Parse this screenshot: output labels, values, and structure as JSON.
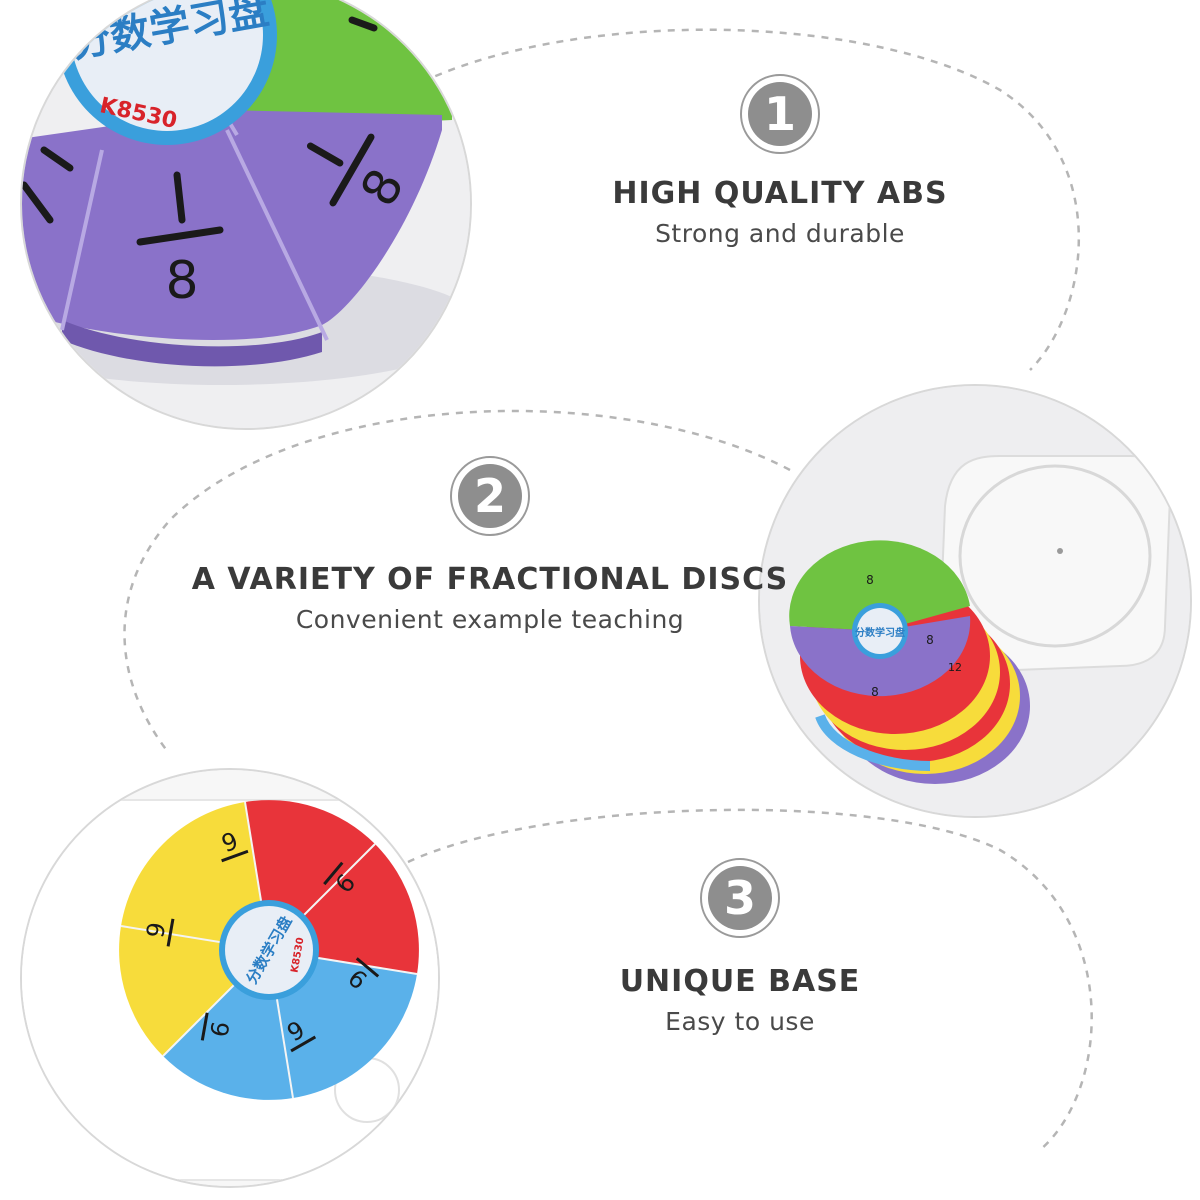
{
  "features": [
    {
      "number": "1",
      "title": "HIGH QUALITY ABS",
      "subtitle": "Strong and durable"
    },
    {
      "number": "2",
      "title": "A VARIETY OF FRACTIONAL DISCS",
      "subtitle": "Convenient example teaching"
    },
    {
      "number": "3",
      "title": "UNIQUE BASE",
      "subtitle": "Easy to use"
    }
  ],
  "disc_label": {
    "model": "K8530",
    "chinese_title": "分数学习盘"
  },
  "fractions": {
    "eighth": {
      "numerator": "1",
      "denominator": "8"
    },
    "sixth": {
      "numerator": "1",
      "denominator": "6"
    },
    "twelfth_denominator": "12"
  },
  "colors": {
    "badge_fill": "#8e8e8e",
    "badge_ring": "#9a9a9a",
    "title_text": "#3a3a3a",
    "dashed_line": "#b5b5b5",
    "disc_purple": "#8a72c9",
    "disc_green": "#6fc341",
    "disc_red": "#e8343a",
    "disc_yellow": "#f7dc3b",
    "disc_blue": "#5ab1ea",
    "label_blue": "#3a9fdc"
  }
}
